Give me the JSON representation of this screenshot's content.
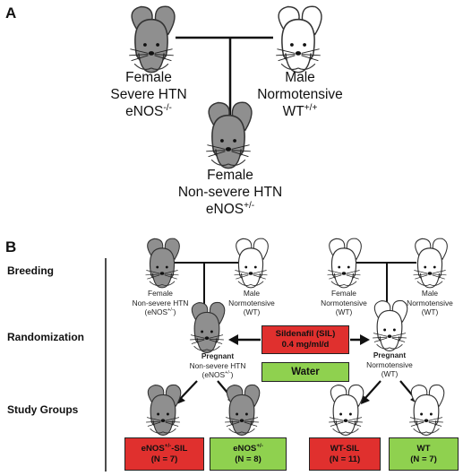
{
  "panels": {
    "a": "A",
    "b": "B"
  },
  "panel_a": {
    "female": {
      "sex": "Female",
      "phenotype": "Severe HTN",
      "genotype": "eNOS",
      "genotype_sup": "-/-"
    },
    "male": {
      "sex": "Male",
      "phenotype": "Normotensive",
      "genotype": "WT",
      "genotype_sup": "+/+"
    },
    "offspring": {
      "sex": "Female",
      "phenotype": "Non-severe HTN",
      "genotype": "eNOS",
      "genotype_sup": "+/-"
    }
  },
  "stages": {
    "breeding": "Breeding",
    "randomization": "Randomization",
    "study_groups": "Study Groups"
  },
  "panel_b": {
    "left_female": {
      "l1": "Female",
      "l2": "Non-severe HTN",
      "l3": "(eNOS",
      "l3_sup": "+/-",
      "l3_end": ")"
    },
    "left_male": {
      "l1": "Male",
      "l2": "Normotensive",
      "l3": "(WT)"
    },
    "right_female": {
      "l1": "Female",
      "l2": "Normotensive",
      "l3": "(WT)"
    },
    "right_male": {
      "l1": "Male",
      "l2": "Normotensive",
      "l3": "(WT)"
    },
    "left_pregnant": {
      "l1": "Pregnant",
      "l2": "Non-severe HTN",
      "l3": "(eNOS",
      "l3_sup": "+/-",
      "l3_end": ")"
    },
    "right_pregnant": {
      "l1": "Pregnant",
      "l2": "Normotensive",
      "l3": "(WT)"
    },
    "treatment_sil": {
      "l1": "Sildenafil (SIL)",
      "l2": "0.4 mg/ml/d"
    },
    "treatment_water": "Water",
    "groups": [
      {
        "name": "eNOS",
        "name_sup": "+/-",
        "name_end": "-SIL",
        "n": "(N = 7)",
        "color": "#e0302e"
      },
      {
        "name": "eNOS",
        "name_sup": "+/-",
        "name_end": "",
        "n": "(N = 8)",
        "color": "#8fd14f"
      },
      {
        "name": "WT-SIL",
        "name_sup": "",
        "name_end": "",
        "n": "(N = 11)",
        "color": "#e0302e"
      },
      {
        "name": "WT",
        "name_sup": "",
        "name_end": "",
        "n": "(N = 7)",
        "color": "#8fd14f"
      }
    ]
  },
  "colors": {
    "grey_mouse": "#8f8f8f",
    "white_mouse": "#ffffff",
    "sil": "#e0302e",
    "water": "#8fd14f"
  }
}
